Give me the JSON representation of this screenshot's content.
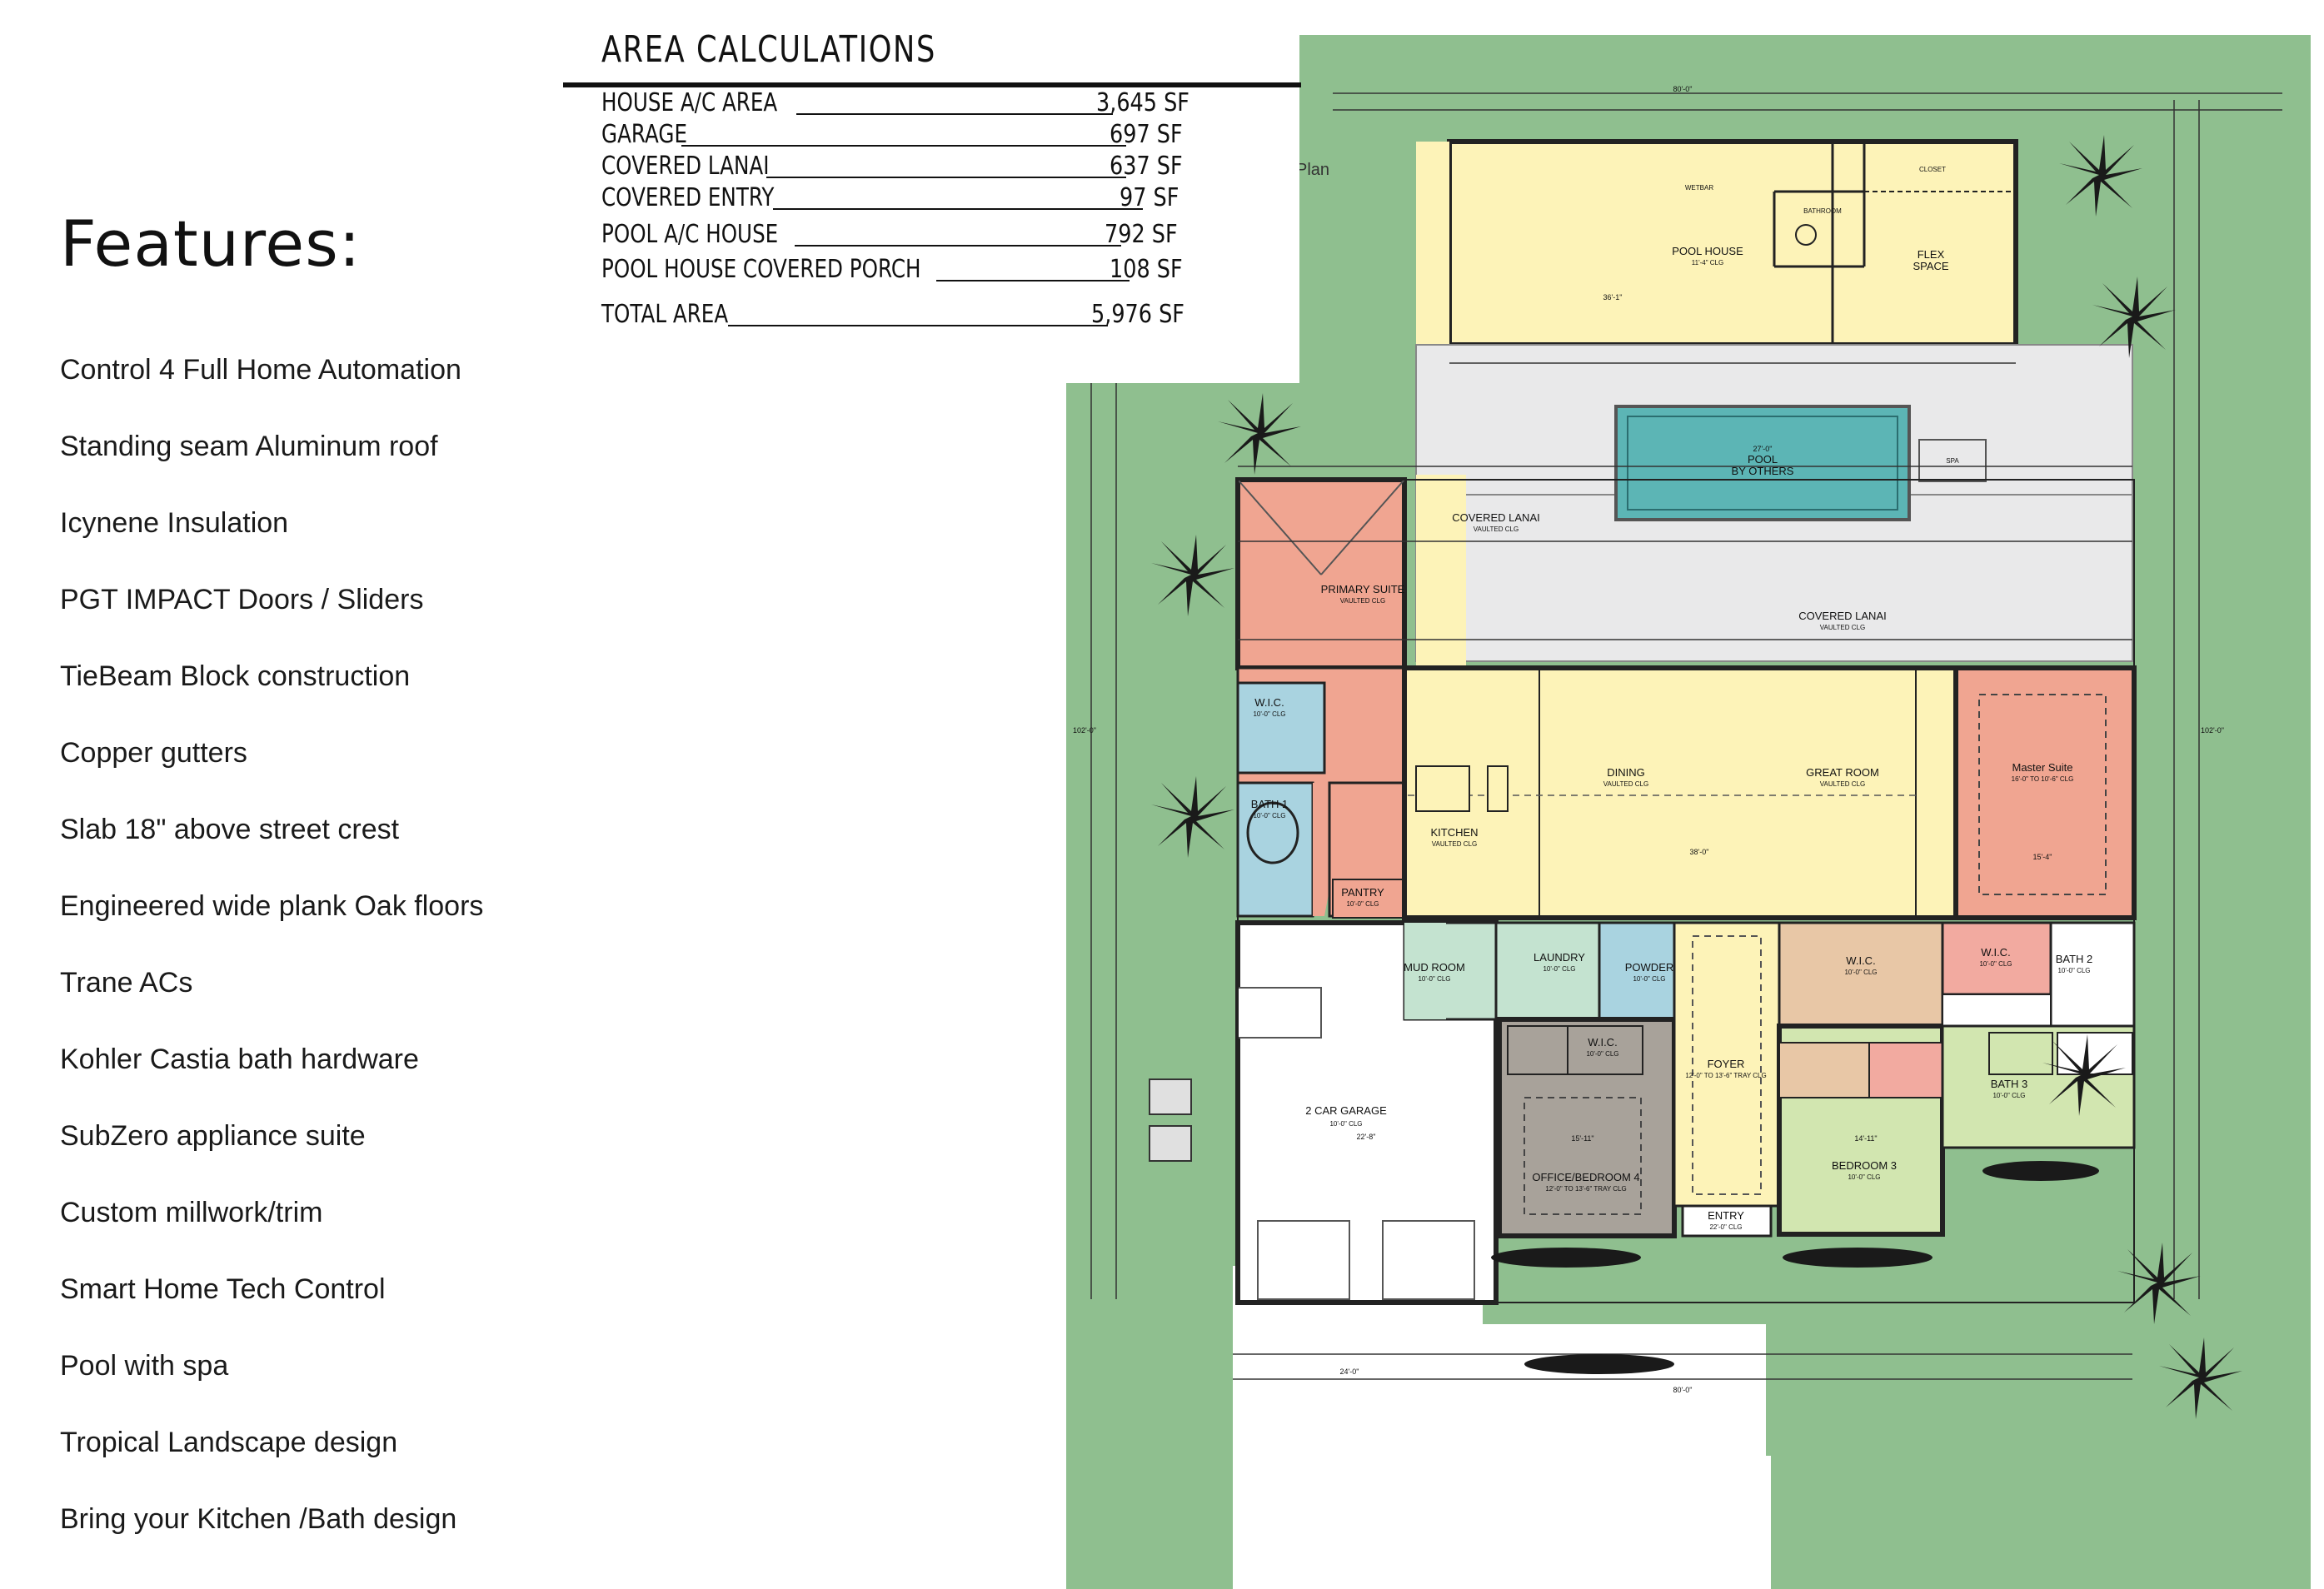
{
  "features": {
    "title": "Features:",
    "items": [
      "Control 4 Full Home Automation",
      "Standing seam Aluminum roof",
      "Icynene Insulation",
      "PGT IMPACT Doors  / Sliders",
      "TieBeam Block construction",
      "Copper gutters",
      "Slab 18\" above street crest",
      "Engineered wide plank Oak floors",
      "Trane ACs",
      "Kohler Castia bath hardware",
      "SubZero appliance suite",
      "Custom millwork/trim",
      "Smart Home Tech Control",
      "Pool with spa",
      "Tropical Landscape design",
      "Bring your Kitchen /Bath design"
    ]
  },
  "area_calculations": {
    "title": "AREA CALCULATIONS",
    "rows": [
      {
        "label": "HOUSE A/C AREA",
        "value": "3,645 SF"
      },
      {
        "label": "GARAGE",
        "value": "697 SF"
      },
      {
        "label": "COVERED LANAI",
        "value": "637 SF"
      },
      {
        "label": "COVERED ENTRY",
        "value": "97 SF"
      },
      {
        "label": "POOL A/C HOUSE",
        "value": "792 SF"
      },
      {
        "label": "POOL HOUSE COVERED PORCH",
        "value": "108 SF"
      }
    ],
    "total": {
      "label": "TOTAL AREA",
      "value": "5,976 SF"
    }
  },
  "floor_plan": {
    "caption": "Plan",
    "colors": {
      "grass": "#8fbf8f",
      "yellow": "#fdf3b8",
      "salmon": "#f0a591",
      "blue": "#a9d3e0",
      "teal": "#bfe0d6",
      "mint": "#c4e3d0",
      "tan": "#e8c7a6",
      "gray": "#a8a29a",
      "green": "#d2e6b0",
      "pink": "#f2aaa0",
      "white": "#ffffff",
      "lanai": "#e9e9ea",
      "pool": "#5cb5b5"
    },
    "rooms": {
      "pool_house": {
        "name": "POOL HOUSE",
        "sub": "11'-4\" CLG"
      },
      "wetbar": "WETBAR",
      "bathroom": "BATHROOM",
      "closet": "CLOSET",
      "flex": {
        "name": "FLEX",
        "sub": "SPACE"
      },
      "pool": {
        "name": "POOL",
        "sub": "BY OTHERS"
      },
      "spa": "SPA",
      "covered_lanai_left": {
        "name": "COVERED LANAI",
        "sub": "VAULTED CLG"
      },
      "covered_lanai_main": {
        "name": "COVERED LANAI",
        "sub": "VAULTED CLG"
      },
      "primary_suite": {
        "name": "PRIMARY SUITE",
        "sub": "VAULTED CLG"
      },
      "wic_left": {
        "name": "W.I.C.",
        "sub": "10'-0\" CLG"
      },
      "bath1": {
        "name": "BATH 1",
        "sub": "10'-0\" CLG"
      },
      "kitchen": {
        "name": "KITCHEN",
        "sub": "VAULTED CLG"
      },
      "pantry": {
        "name": "PANTRY",
        "sub": "10'-0\" CLG"
      },
      "dining": {
        "name": "DINING",
        "sub": "VAULTED CLG"
      },
      "great_room": {
        "name": "GREAT ROOM",
        "sub": "VAULTED CLG"
      },
      "master_suite": {
        "name": "Master Suite",
        "sub": "16'-0\" TO 10'-6\" CLG"
      },
      "mud_room": {
        "name": "MUD ROOM",
        "sub": "10'-0\" CLG"
      },
      "laundry": {
        "name": "LAUNDRY",
        "sub": "10'-0\" CLG"
      },
      "powder": {
        "name": "POWDER",
        "sub": "10'-0\" CLG"
      },
      "garage": {
        "name": "2 CAR GARAGE",
        "sub": "10'-0\" CLG"
      },
      "wic_office": {
        "name": "W.I.C.",
        "sub": "10'-0\" CLG"
      },
      "office": {
        "name": "OFFICE/BEDROOM 4",
        "sub": "12'-0\" TO 13'-6\" TRAY CLG"
      },
      "foyer": {
        "name": "FOYER",
        "sub": "12'-0\" TO 13'-6\" TRAY CLG"
      },
      "entry": {
        "name": "ENTRY",
        "sub": "22'-0\" CLG"
      },
      "wic_center": {
        "name": "W.I.C.",
        "sub": "10'-0\" CLG"
      },
      "wic_right": {
        "name": "W.I.C.",
        "sub": "10'-0\" CLG"
      },
      "bath2": {
        "name": "BATH 2",
        "sub": "10'-0\" CLG"
      },
      "bath3": {
        "name": "BATH 3",
        "sub": "10'-0\" CLG"
      },
      "bedroom3": {
        "name": "BEDROOM 3",
        "sub": "10'-0\" CLG"
      }
    },
    "dimensions": {
      "overall_width": "80'-0\"",
      "overall_depth": "102'-0\"",
      "great_room_width": "38'-0\"",
      "garage_width": "24'-0\"",
      "garage_depth": "22'-8\"",
      "pool_width": "27'-0\"",
      "pool_house_width": "36'-1\"",
      "master_width": "15'-4\"",
      "bedroom3_width": "14'-11\"",
      "office_width": "15'-11\""
    }
  }
}
